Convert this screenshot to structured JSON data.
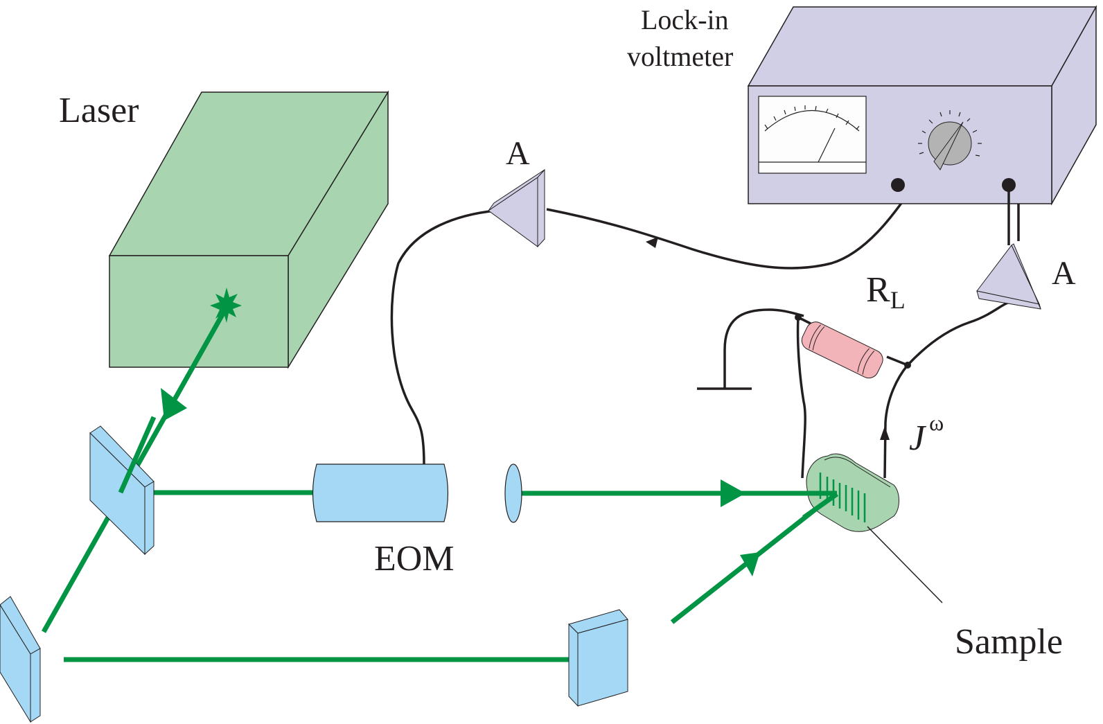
{
  "diagram": {
    "title": "Lock-in photocurrent measurement setup",
    "labels": {
      "laser": "Laser",
      "lockin_line1": "Lock-in",
      "lockin_line2": "voltmeter",
      "amp_left": "A",
      "amp_right": "A",
      "resistor_main": "R",
      "resistor_sub": "L",
      "current_main": "J",
      "current_sup": "ω",
      "eom": "EOM",
      "sample": "Sample"
    },
    "colors": {
      "laser_box": "#a8d5b0",
      "lockin_box": "#d1cfe6",
      "amplifier": "#d1cfe6",
      "optics": "#a4d8f4",
      "resistor": "#f3b4b9",
      "sample": "#a8d5b0",
      "beam": "#009444",
      "wire": "#231f20",
      "knob": "#b2b3b2"
    }
  }
}
